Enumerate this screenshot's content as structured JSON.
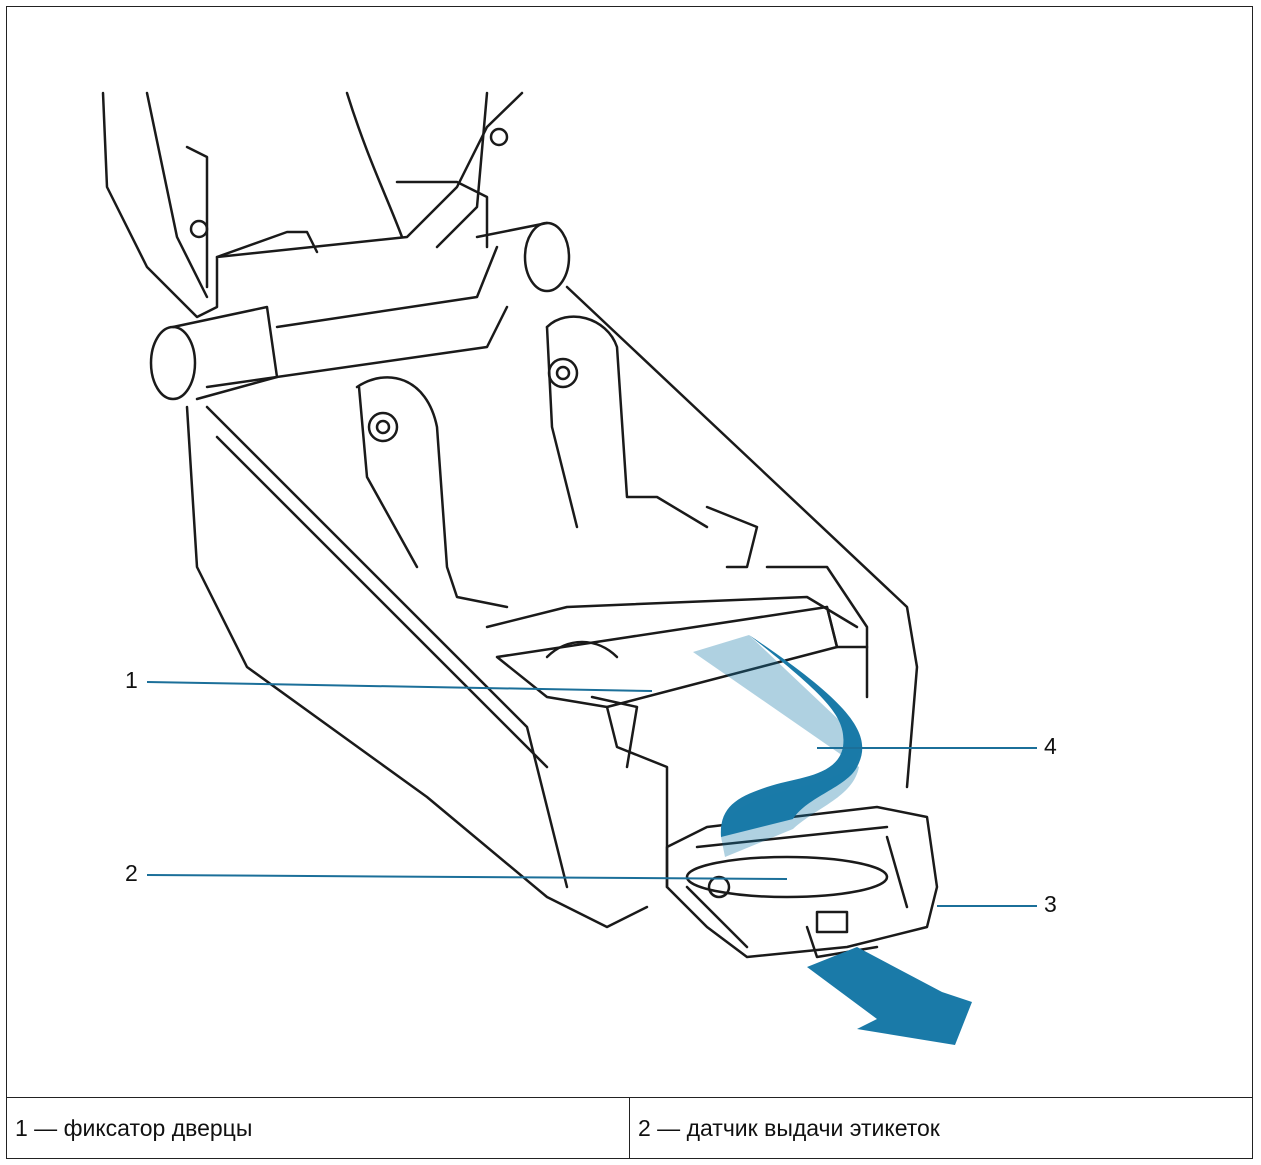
{
  "callouts": {
    "c1": "1",
    "c2": "2",
    "c3": "3",
    "c4": "4"
  },
  "legend": [
    {
      "text": "1 — фиксатор дверцы"
    },
    {
      "text": "2 — датчик выдачи этикеток"
    }
  ],
  "colors": {
    "accent": "#1a7aa8",
    "line": "#222222",
    "callout_line": "#1b6f99"
  },
  "illustration": "printer-open-label-dispenser"
}
